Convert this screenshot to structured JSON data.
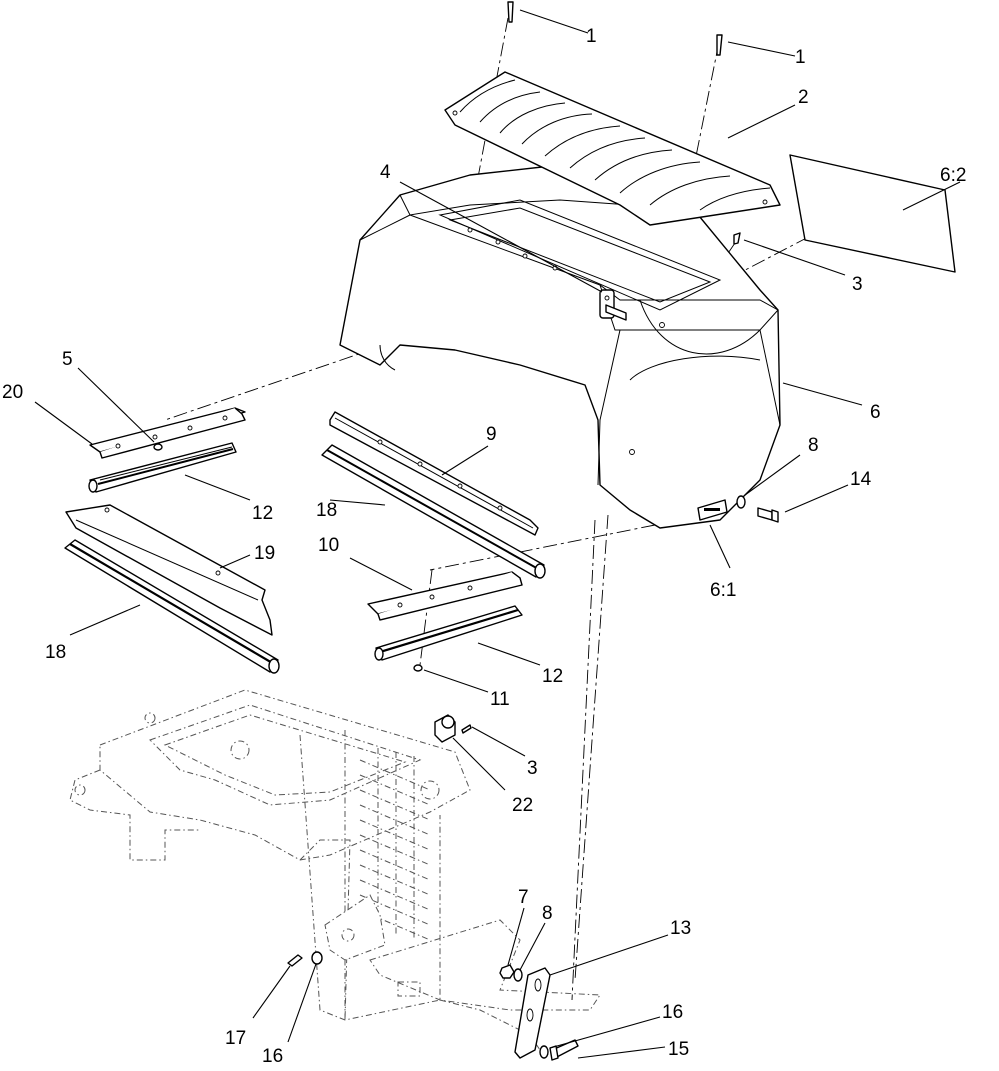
{
  "callouts": [
    {
      "id": "c1a",
      "label": "1"
    },
    {
      "id": "c1b",
      "label": "1"
    },
    {
      "id": "c2",
      "label": "2"
    },
    {
      "id": "c62",
      "label": "6:2"
    },
    {
      "id": "c4",
      "label": "4"
    },
    {
      "id": "c3a",
      "label": "3"
    },
    {
      "id": "c5",
      "label": "5"
    },
    {
      "id": "c20",
      "label": "20"
    },
    {
      "id": "c6",
      "label": "6"
    },
    {
      "id": "c9",
      "label": "9"
    },
    {
      "id": "c8a",
      "label": "8"
    },
    {
      "id": "c14",
      "label": "14"
    },
    {
      "id": "c12a",
      "label": "12"
    },
    {
      "id": "c18a",
      "label": "18"
    },
    {
      "id": "c19",
      "label": "19"
    },
    {
      "id": "c10",
      "label": "10"
    },
    {
      "id": "c61",
      "label": "6:1"
    },
    {
      "id": "c18b",
      "label": "18"
    },
    {
      "id": "c12b",
      "label": "12"
    },
    {
      "id": "c11",
      "label": "11"
    },
    {
      "id": "c3b",
      "label": "3"
    },
    {
      "id": "c22",
      "label": "22"
    },
    {
      "id": "c7",
      "label": "7"
    },
    {
      "id": "c8b",
      "label": "8"
    },
    {
      "id": "c13",
      "label": "13"
    },
    {
      "id": "c16a",
      "label": "16"
    },
    {
      "id": "c15",
      "label": "15"
    },
    {
      "id": "c17",
      "label": "17"
    },
    {
      "id": "c16b",
      "label": "16"
    }
  ]
}
